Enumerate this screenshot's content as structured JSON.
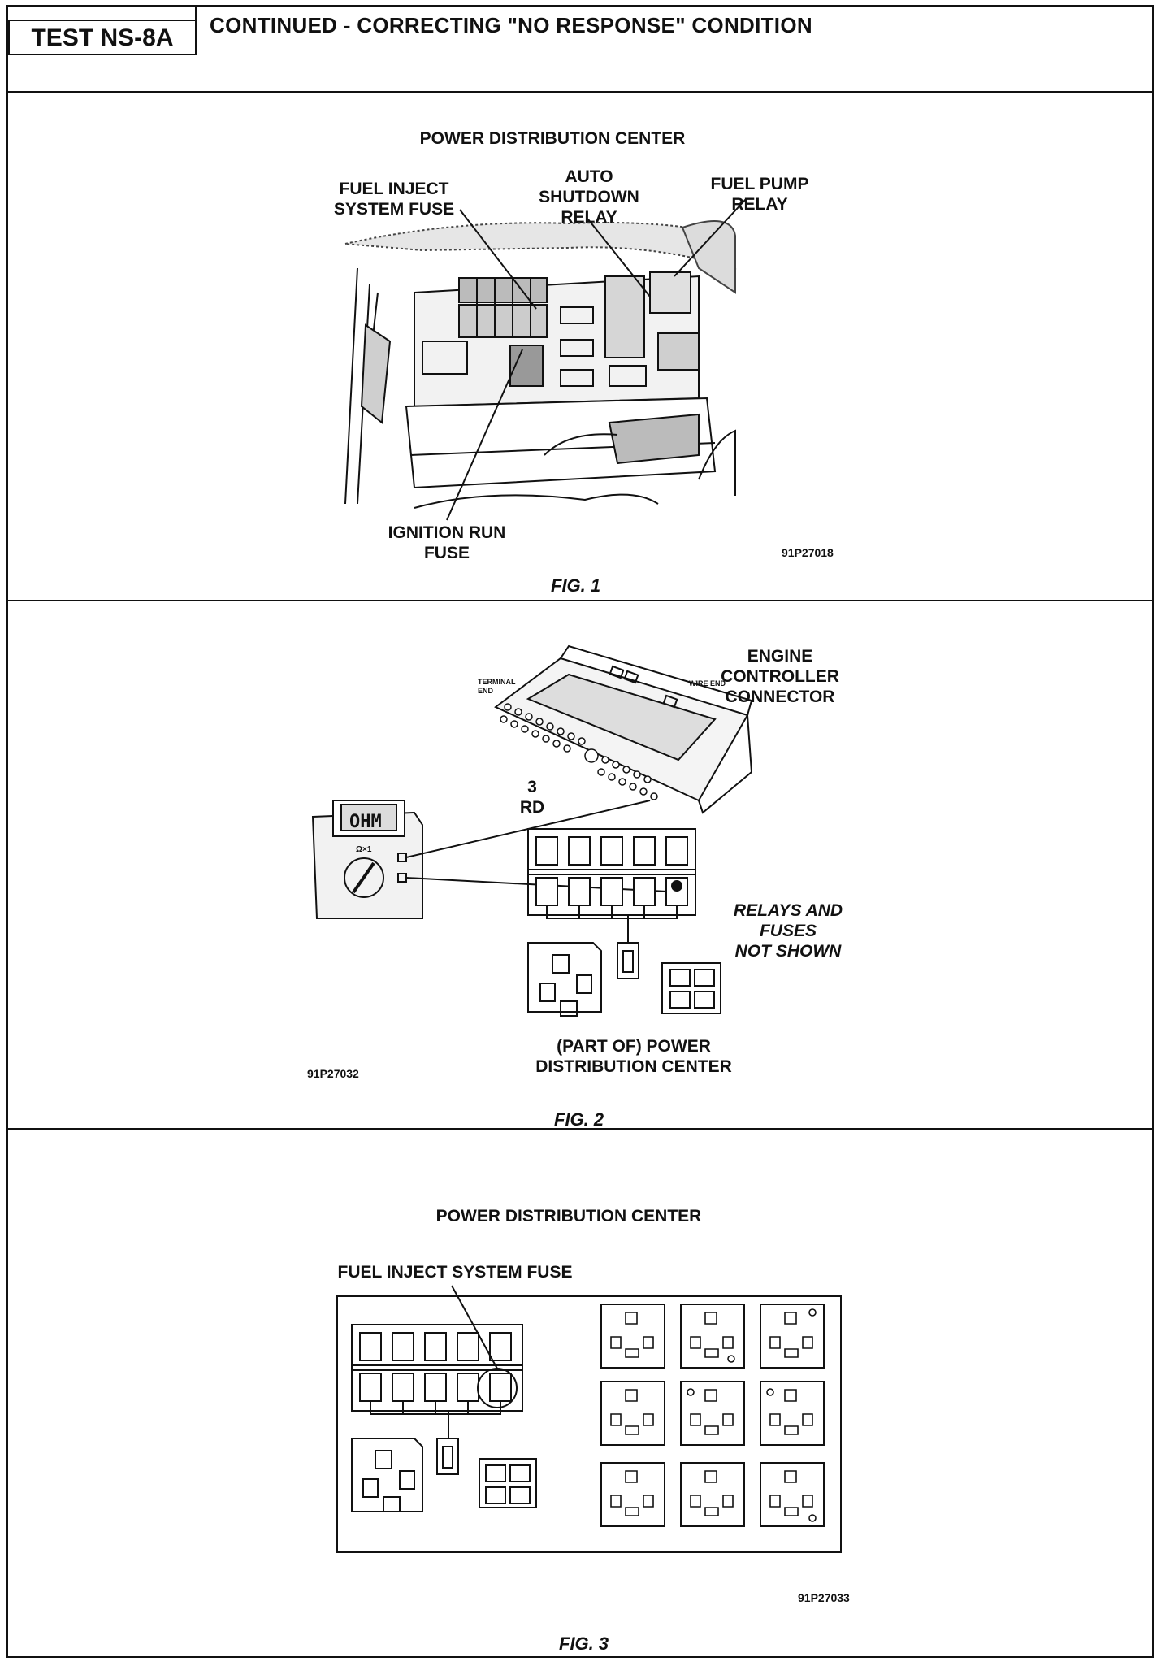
{
  "header": {
    "test_id": "TEST NS-8A",
    "title": "CONTINUED - CORRECTING \"NO RESPONSE\" CONDITION"
  },
  "fig1": {
    "caption": "FIG. 1",
    "code": "91P27018",
    "title": "POWER DISTRIBUTION CENTER",
    "labels": {
      "fuel_inject_fuse": "FUEL INJECT\nSYSTEM FUSE",
      "asd_relay": "AUTO\nSHUTDOWN\nRELAY",
      "fuel_pump_relay": "FUEL PUMP\nRELAY",
      "ignition_run_fuse": "IGNITION RUN\nFUSE"
    }
  },
  "fig2": {
    "caption": "FIG. 2",
    "code": "91P27032",
    "labels": {
      "connector": "ENGINE\nCONTROLLER\nCONNECTOR",
      "terminal_end": "TERMINAL\nEND",
      "wire_end": "WIRE END",
      "cavity": "3\nRD",
      "meter_display": "OHM",
      "meter_range": "Ω×1",
      "note": "RELAYS AND\nFUSES\nNOT SHOWN",
      "pdc": "(PART OF) POWER\nDISTRIBUTION CENTER"
    }
  },
  "fig3": {
    "caption": "FIG. 3",
    "code": "91P27033",
    "title": "POWER DISTRIBUTION CENTER",
    "labels": {
      "fuel_inject_fuse": "FUEL INJECT SYSTEM FUSE"
    }
  }
}
